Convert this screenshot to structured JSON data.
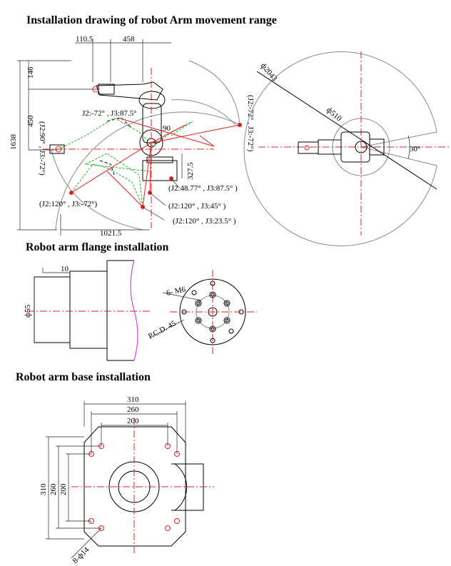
{
  "headings": {
    "movement_range": "Installation drawing of robot Arm movement range",
    "flange": "Robot arm flange installation",
    "base": "Robot arm base installation"
  },
  "movement_range": {
    "dims": {
      "d110_5": "110.5",
      "d458": "458",
      "d146": "146",
      "d450": "450",
      "d1638": "1638",
      "d90": "90",
      "d327_5": "327.5",
      "d1021_5": "1021.5",
      "phi2043": "ф2043",
      "phi510": "ф510",
      "deg30": "30°"
    },
    "poses": {
      "p_top": "J2:-72° , J3:87.5°",
      "p_right_vert": "(J2:-72° , J3:-72°)",
      "p_left_vert": "(J2:90° , J3:-72°)",
      "p_bottom_left": "(J2:120° , J3:-72°)",
      "p_a": "(J2:48.77° , J3:87.5° )",
      "p_b": "(J2:120° , J3:45° )",
      "p_c": "(J2:120° , J3:23.5° )"
    }
  },
  "flange": {
    "dims": {
      "d10": "10",
      "phi55": "ф55",
      "m6": "6- M6",
      "pcd": "P.C.D. 45"
    }
  },
  "base": {
    "dims": {
      "w310": "310",
      "w260": "260",
      "w200": "200",
      "h310": "310",
      "h260": "260",
      "h200": "200",
      "holes": "8-ф14"
    }
  },
  "colors": {
    "centerline": "#e0201c",
    "range_path": "#22aa22",
    "flange_edge": "#cc22cc"
  }
}
